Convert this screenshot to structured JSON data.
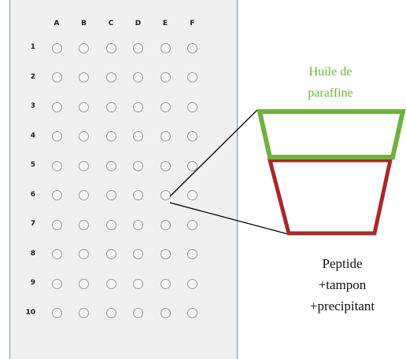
{
  "plate": {
    "columns": [
      "A",
      "B",
      "C",
      "D",
      "E",
      "F"
    ],
    "rows": [
      "1",
      "2",
      "3",
      "4",
      "5",
      "6",
      "7",
      "8",
      "9",
      "10"
    ],
    "highlighted_well": "E6"
  },
  "oil_layer": {
    "label_line1": "Huile de",
    "label_line2": "paraffine",
    "color": "#6db33f"
  },
  "drop_layer": {
    "line1": "Peptide",
    "line2": "+tampon",
    "line3": "+precipitant",
    "color": "#a8282a"
  }
}
